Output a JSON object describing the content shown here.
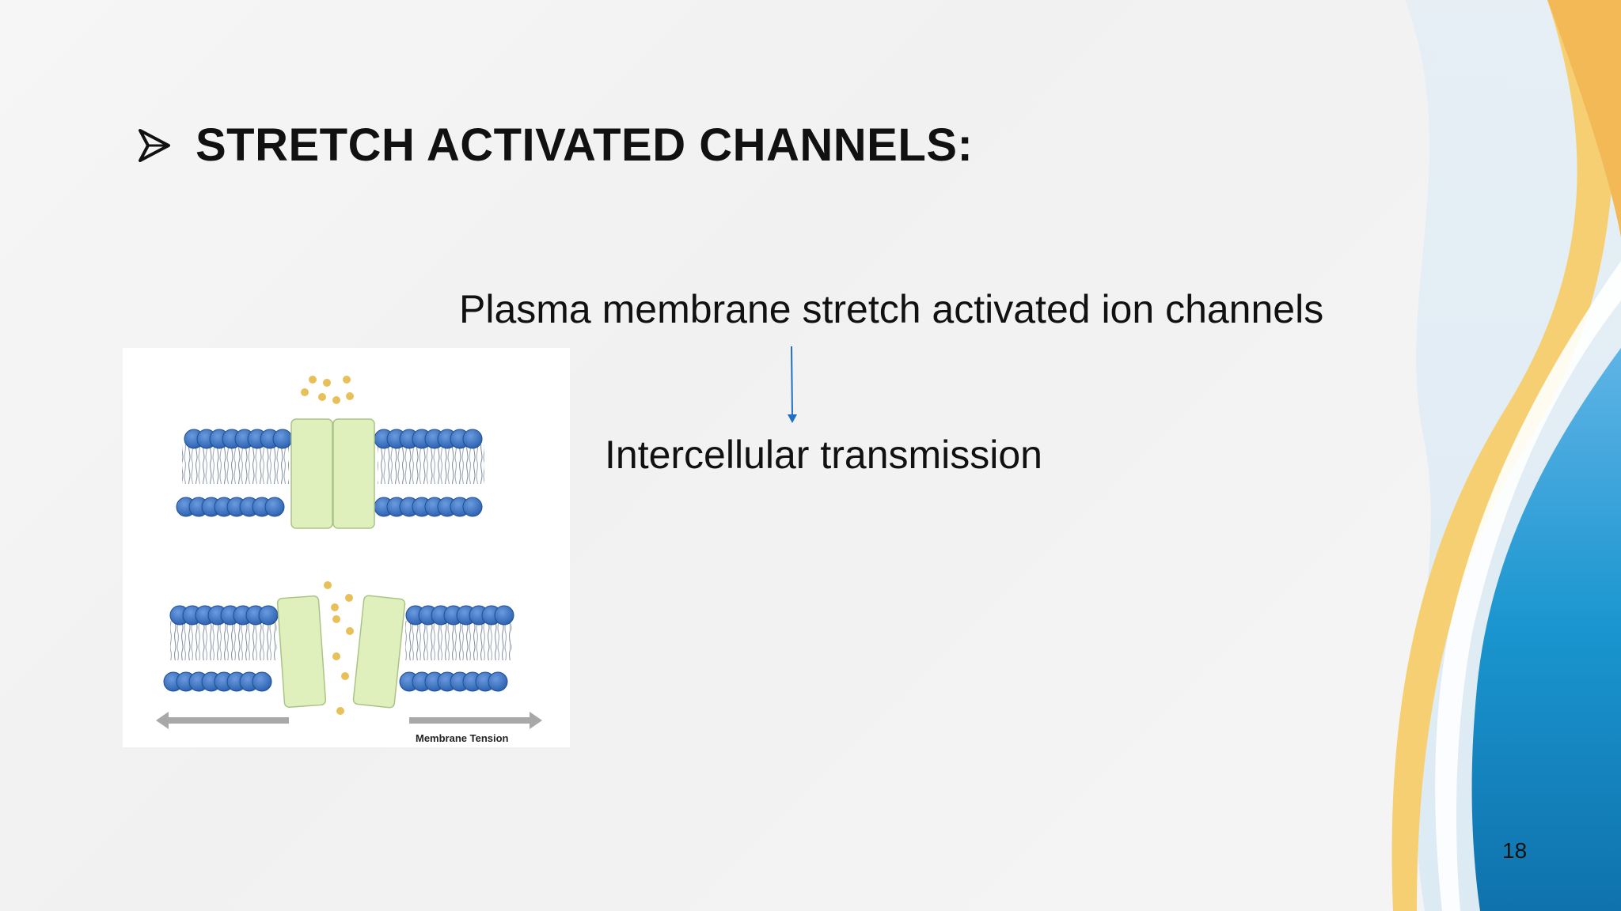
{
  "slide": {
    "title": "STRETCH ACTIVATED CHANNELS:",
    "flow": {
      "line1": "Plasma membrane stretch activated ion channels",
      "line2": "Intercellular transmission"
    },
    "figure": {
      "caption": "Membrane Tension"
    },
    "page_number": "18"
  },
  "colors": {
    "text": "#111111",
    "arrow": "#1f6fc5",
    "lipid_head": "#3b74c4",
    "channel": "#dff0bc",
    "ion": "#e8c05a",
    "wave_gold": "#f3c66b",
    "wave_blue": "#1a8fc9"
  },
  "icons": {
    "bullet": "arrowhead-bullet-icon"
  }
}
